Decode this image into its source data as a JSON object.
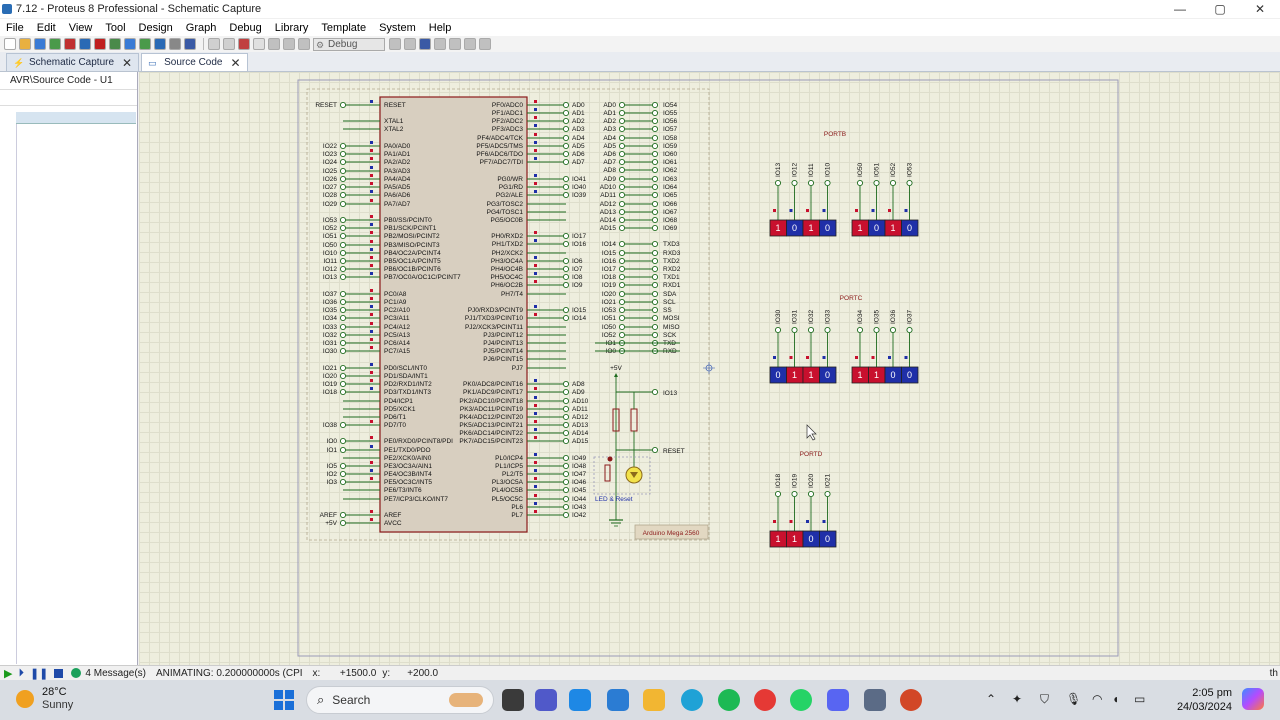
{
  "window": {
    "title": "7.12 - Proteus 8 Professional - Schematic Capture",
    "minimize": "—",
    "maximize": "▢",
    "close": "✕"
  },
  "menu": [
    "File",
    "Edit",
    "View",
    "Tool",
    "Design",
    "Graph",
    "Debug",
    "Library",
    "Template",
    "System",
    "Help"
  ],
  "toolbar": {
    "debug_select": "Debug"
  },
  "tabs": [
    {
      "label": "Schematic Capture",
      "active": false
    },
    {
      "label": "Source Code",
      "active": true
    }
  ],
  "sidebar": {
    "breadcrumb": "AVR\\Source Code - U1"
  },
  "schematic": {
    "chip_name": "Arduino Mega 2560",
    "left_pins": [
      {
        "net": "RESET",
        "pin": "RESET"
      },
      {
        "net": "",
        "pin": "XTAL1"
      },
      {
        "net": "",
        "pin": "XTAL2"
      },
      {
        "net": "IO22",
        "pin": "PA0/AD0"
      },
      {
        "net": "IO23",
        "pin": "PA1/AD1"
      },
      {
        "net": "IO24",
        "pin": "PA2/AD2"
      },
      {
        "net": "IO25",
        "pin": "PA3/AD3"
      },
      {
        "net": "IO26",
        "pin": "PA4/AD4"
      },
      {
        "net": "IO27",
        "pin": "PA5/AD5"
      },
      {
        "net": "IO28",
        "pin": "PA6/AD6"
      },
      {
        "net": "IO29",
        "pin": "PA7/AD7"
      },
      {
        "net": "IO53",
        "pin": "PB0/SS/PCINT0"
      },
      {
        "net": "IO52",
        "pin": "PB1/SCK/PCINT1"
      },
      {
        "net": "IO51",
        "pin": "PB2/MOSI/PCINT2"
      },
      {
        "net": "IO50",
        "pin": "PB3/MISO/PCINT3"
      },
      {
        "net": "IO10",
        "pin": "PB4/OC2A/PCINT4"
      },
      {
        "net": "IO11",
        "pin": "PB5/OC1A/PCINT5"
      },
      {
        "net": "IO12",
        "pin": "PB6/OC1B/PCINT6"
      },
      {
        "net": "IO13",
        "pin": "PB7/OC0A/OC1C/PCINT7"
      },
      {
        "net": "IO37",
        "pin": "PC0/A8"
      },
      {
        "net": "IO36",
        "pin": "PC1/A9"
      },
      {
        "net": "IO35",
        "pin": "PC2/A10"
      },
      {
        "net": "IO34",
        "pin": "PC3/A11"
      },
      {
        "net": "IO33",
        "pin": "PC4/A12"
      },
      {
        "net": "IO32",
        "pin": "PC5/A13"
      },
      {
        "net": "IO31",
        "pin": "PC6/A14"
      },
      {
        "net": "IO30",
        "pin": "PC7/A15"
      },
      {
        "net": "IO21",
        "pin": "PD0/SCL/INT0"
      },
      {
        "net": "IO20",
        "pin": "PD1/SDA/INT1"
      },
      {
        "net": "IO19",
        "pin": "PD2/RXD1/INT2"
      },
      {
        "net": "IO18",
        "pin": "PD3/TXD1/INT3"
      },
      {
        "net": "",
        "pin": "PD4/ICP1"
      },
      {
        "net": "",
        "pin": "PD5/XCK1"
      },
      {
        "net": "",
        "pin": "PD6/T1"
      },
      {
        "net": "IO38",
        "pin": "PD7/T0"
      },
      {
        "net": "IO0",
        "pin": "PE0/RXD0/PCINT8/PDI"
      },
      {
        "net": "IO1",
        "pin": "PE1/TXD0/PDO"
      },
      {
        "net": "",
        "pin": "PE2/XCK0/AIN0"
      },
      {
        "net": "IO5",
        "pin": "PE3/OC3A/AIN1"
      },
      {
        "net": "IO2",
        "pin": "PE4/OC3B/INT4"
      },
      {
        "net": "IO3",
        "pin": "PE5/OC3C/INT5"
      },
      {
        "net": "",
        "pin": "PE6/T3/INT6"
      },
      {
        "net": "",
        "pin": "PE7/ICP3/CLKO/INT7"
      },
      {
        "net": "AREF",
        "pin": "AREF"
      },
      {
        "net": "+5V",
        "pin": "AVCC"
      }
    ],
    "right_pins": [
      {
        "pin": "PF0/ADC0",
        "net": "AD0",
        "net2": "AD0",
        "net3": "IO54"
      },
      {
        "pin": "PF1/ADC1",
        "net": "AD1",
        "net2": "AD1",
        "net3": "IO55"
      },
      {
        "pin": "PF2/ADC2",
        "net": "AD2",
        "net2": "AD2",
        "net3": "IO56"
      },
      {
        "pin": "PF3/ADC3",
        "net": "AD3",
        "net2": "AD3",
        "net3": "IO57"
      },
      {
        "pin": "PF4/ADC4/TCK",
        "net": "AD4",
        "net2": "AD4",
        "net3": "IO58"
      },
      {
        "pin": "PF5/ADC5/TMS",
        "net": "AD5",
        "net2": "AD5",
        "net3": "IO59"
      },
      {
        "pin": "PF6/ADC6/TDO",
        "net": "AD6",
        "net2": "AD6",
        "net3": "IO60"
      },
      {
        "pin": "PF7/ADC7/TDI",
        "net": "AD7",
        "net2": "AD7",
        "net3": "IO61"
      },
      {
        "pin": "",
        "net": "",
        "net2": "AD8",
        "net3": "IO62"
      },
      {
        "pin": "PG0/WR",
        "net": "IO41",
        "net2": "AD9",
        "net3": "IO63"
      },
      {
        "pin": "PG1/RD",
        "net": "IO40",
        "net2": "AD10",
        "net3": "IO64"
      },
      {
        "pin": "PG2/ALE",
        "net": "IO39",
        "net2": "AD11",
        "net3": "IO65"
      },
      {
        "pin": "PG3/TOSC2",
        "net": "",
        "net2": "AD12",
        "net3": "IO66"
      },
      {
        "pin": "PG4/TOSC1",
        "net": "",
        "net2": "AD13",
        "net3": "IO67"
      },
      {
        "pin": "PG5/OC0B",
        "net": "",
        "net2": "AD14",
        "net3": "IO68"
      },
      {
        "pin": "",
        "net": "",
        "net2": "AD15",
        "net3": "IO69"
      },
      {
        "pin": "PH0/RXD2",
        "net": "IO17",
        "net2": "",
        "net3": ""
      },
      {
        "pin": "PH1/TXD2",
        "net": "IO16",
        "net2": "IO14",
        "net3": "TXD3"
      },
      {
        "pin": "PH2/XCK2",
        "net": "",
        "net2": "IO15",
        "net3": "RXD3"
      },
      {
        "pin": "PH3/OC4A",
        "net": "IO6",
        "net2": "IO16",
        "net3": "TXD2"
      },
      {
        "pin": "PH4/OC4B",
        "net": "IO7",
        "net2": "IO17",
        "net3": "RXD2"
      },
      {
        "pin": "PH5/OC4C",
        "net": "IO8",
        "net2": "IO18",
        "net3": "TXD1"
      },
      {
        "pin": "PH6/OC2B",
        "net": "IO9",
        "net2": "IO19",
        "net3": "RXD1"
      },
      {
        "pin": "PH7/T4",
        "net": "",
        "net2": "IO20",
        "net3": "SDA"
      },
      {
        "pin": "",
        "net": "",
        "net2": "IO21",
        "net3": "SCL"
      },
      {
        "pin": "PJ0/RXD3/PCINT9",
        "net": "IO15",
        "net2": "IO53",
        "net3": "SS"
      },
      {
        "pin": "PJ1/TXD3/PCINT10",
        "net": "IO14",
        "net2": "IO51",
        "net3": "MOSI"
      },
      {
        "pin": "PJ2/XCK3/PCINT11",
        "net": "",
        "net2": "IO50",
        "net3": "MISO"
      },
      {
        "pin": "PJ3/PCINT12",
        "net": "",
        "net2": "IO52",
        "net3": "SCK"
      },
      {
        "pin": "PJ4/PCINT13",
        "net": "",
        "net2": "IO1",
        "net3": "TXD"
      },
      {
        "pin": "PJ5/PCINT14",
        "net": "",
        "net2": "IO0",
        "net3": "RXD"
      },
      {
        "pin": "PJ6/PCINT15",
        "net": "",
        "net2": "",
        "net3": ""
      },
      {
        "pin": "PJ7",
        "net": "",
        "net2": "",
        "net3": ""
      },
      {
        "pin": "PK0/ADC8/PCINT16",
        "net": "AD8",
        "net2": "",
        "net3": ""
      },
      {
        "pin": "PK1/ADC9/PCINT17",
        "net": "AD9",
        "net2": "",
        "net3": ""
      },
      {
        "pin": "PK2/ADC10/PCINT18",
        "net": "AD10",
        "net2": "",
        "net3": ""
      },
      {
        "pin": "PK3/ADC11/PCINT19",
        "net": "AD11",
        "net2": "",
        "net3": ""
      },
      {
        "pin": "PK4/ADC12/PCINT20",
        "net": "AD12",
        "net2": "",
        "net3": ""
      },
      {
        "pin": "PK5/ADC13/PCINT21",
        "net": "AD13",
        "net2": "",
        "net3": ""
      },
      {
        "pin": "PK6/ADC14/PCINT22",
        "net": "AD14",
        "net2": "",
        "net3": ""
      },
      {
        "pin": "PK7/ADC15/PCINT23",
        "net": "AD15",
        "net2": "",
        "net3": ""
      },
      {
        "pin": "PL0/ICP4",
        "net": "IO49",
        "net2": "",
        "net3": ""
      },
      {
        "pin": "PL1/ICP5",
        "net": "IO48",
        "net2": "",
        "net3": ""
      },
      {
        "pin": "PL2/T5",
        "net": "IO47",
        "net2": "",
        "net3": ""
      },
      {
        "pin": "PL3/OC5A",
        "net": "IO46",
        "net2": "",
        "net3": ""
      },
      {
        "pin": "PL4/OC5B",
        "net": "IO45",
        "net2": "",
        "net3": ""
      },
      {
        "pin": "PL5/OC5C",
        "net": "IO44",
        "net2": "",
        "net3": ""
      },
      {
        "pin": "PL6",
        "net": "IO43",
        "net2": "",
        "net3": ""
      },
      {
        "pin": "PL7",
        "net": "IO42",
        "net2": "",
        "net3": ""
      }
    ],
    "power_label": "+5V",
    "io13_label": "IO13",
    "reset_label": "RESET",
    "led_label": "LED & Reset",
    "ports": [
      {
        "name": "PORTB",
        "groups": [
          {
            "pins": [
              "IO13",
              "IO12",
              "IO11",
              "IO10"
            ],
            "states": [
              "1",
              "0",
              "1",
              "0"
            ]
          },
          {
            "pins": [
              "IO50",
              "IO51",
              "IO52",
              "IO53"
            ],
            "states": [
              "1",
              "0",
              "1",
              "0"
            ]
          }
        ]
      },
      {
        "name": "PORTC",
        "groups": [
          {
            "pins": [
              "IO30",
              "IO31",
              "IO32",
              "IO33"
            ],
            "states": [
              "0",
              "1",
              "1",
              "0"
            ]
          },
          {
            "pins": [
              "IO34",
              "IO35",
              "IO36",
              "IO37"
            ],
            "states": [
              "1",
              "1",
              "0",
              "0"
            ]
          }
        ]
      },
      {
        "name": "PORTD",
        "groups": [
          {
            "pins": [
              "IO18",
              "IO19",
              "IO20",
              "IO21"
            ],
            "states": [
              "1",
              "1",
              "0",
              "0"
            ]
          }
        ]
      }
    ]
  },
  "status": {
    "messages": "4 Message(s)",
    "animating": "ANIMATING: 0.200000000s (CPI",
    "x_label": "x:",
    "x_value": "+1500.0",
    "y_label": "y:",
    "y_value": "+200.0",
    "right_text": "th"
  },
  "taskbar": {
    "temp": "28°C",
    "condition": "Sunny",
    "search_placeholder": "Search",
    "time": "2:05 pm",
    "date": "24/03/2024"
  },
  "colors": {
    "canvas": "#eeeede",
    "wire": "#1e6b1e",
    "chip_fill": "#d8cfc0",
    "chip_border": "#8b1a1a",
    "logic_high": "#c8102e",
    "logic_low": "#1f2fa8",
    "port_label": "#8b1a1a"
  }
}
